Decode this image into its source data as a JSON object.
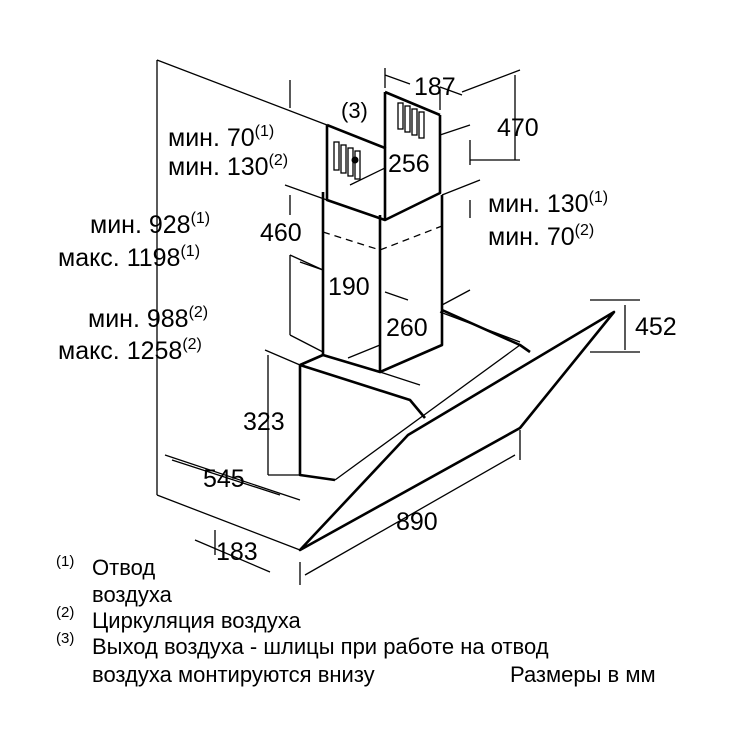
{
  "dimensions": {
    "d187": "187",
    "d470": "470",
    "d256": "256",
    "d460": "460",
    "d190": "190",
    "d260": "260",
    "d452": "452",
    "d323": "323",
    "d545": "545",
    "d890": "890",
    "d183": "183"
  },
  "ref3": "(3)",
  "upper_left": {
    "line1_text": "мин. 70",
    "line1_sup": "(1)",
    "line2_text": "мин. 130",
    "line2_sup": "(2)"
  },
  "upper_right": {
    "line1_text": "мин. 130",
    "line1_sup": "(1)",
    "line2_text": "мин. 70",
    "line2_sup": "(2)"
  },
  "total_height_1": {
    "line1_text": "мин. 928",
    "line1_sup": "(1)",
    "line2_text": "макс. 1198",
    "line2_sup": "(1)"
  },
  "total_height_2": {
    "line1_text": "мин. 988",
    "line1_sup": "(2)",
    "line2_text": "макс. 1258",
    "line2_sup": "(2)"
  },
  "legend": [
    {
      "sup": "(1)",
      "lines": [
        "Отвод",
        "воздуха"
      ]
    },
    {
      "sup": "(2)",
      "lines": [
        "Циркуляция воздуха"
      ]
    },
    {
      "sup": "(3)",
      "lines": [
        "Выход воздуха - шлицы при работе на отвод",
        "воздуха монтируются внизу"
      ]
    }
  ],
  "units_note": "Размеры в мм"
}
